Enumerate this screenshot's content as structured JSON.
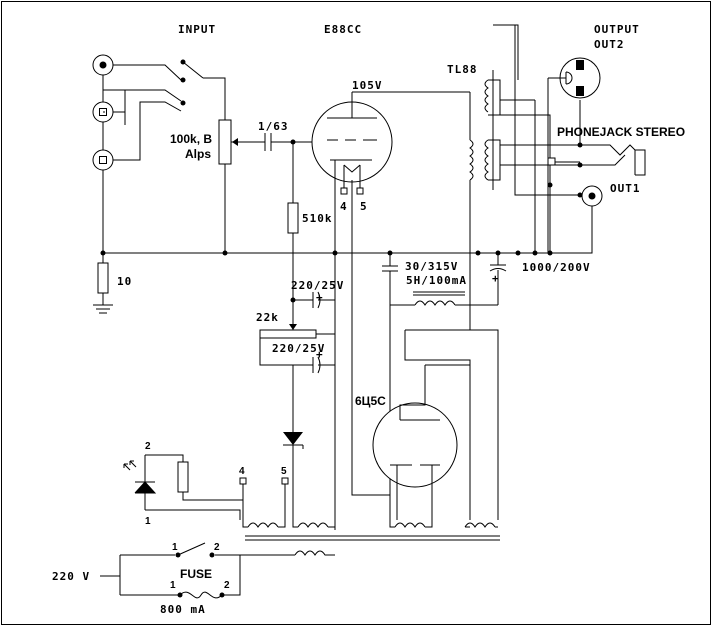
{
  "labels": {
    "input": "INPUT",
    "tube1": "E88CC",
    "output_title": "OUTPUT",
    "out2": "OUT2",
    "transformer": "TL88",
    "voltage_105": "105V",
    "pot": "100k, B",
    "pot_brand": "Alps",
    "coupling_cap": "1/63",
    "phonejack": "PHONEJACK STEREO",
    "out1": "OUT1",
    "r510k": "510k",
    "pin4_top": "4",
    "pin5_top": "5",
    "r10": "10",
    "cap_30_315": "30/315V",
    "choke": "5H/100mA",
    "cap_1000": "1000/200V",
    "cap_220_a": "220/25V",
    "r22k": "22k",
    "cap_220_b": "220/25V",
    "tube2": "6Ц5C",
    "led_pin2": "2",
    "led_pin1": "1",
    "pin4_bottom": "4",
    "pin5_bottom": "5",
    "switch_pin1": "1",
    "switch_pin2": "2",
    "mains": "220 V",
    "fuse": "FUSE",
    "fuse_pin1": "1",
    "fuse_pin2": "2",
    "fuse_rating": "800 mA"
  }
}
